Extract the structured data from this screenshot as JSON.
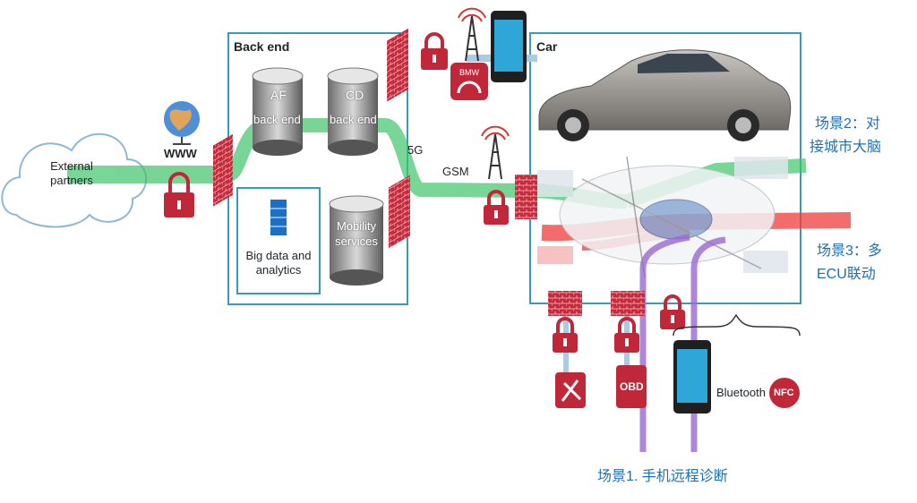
{
  "labels": {
    "external_partners": "External partners",
    "www": "WWW",
    "back_end": "Back end",
    "af": "AF",
    "cd": "CD",
    "back_end_af": "back end",
    "back_end_cd": "back end",
    "big_data": "Big data and analytics",
    "mobility": "Mobility services",
    "five_g": "5G",
    "gsm": "GSM",
    "car": "Car",
    "bmw": "BMW",
    "obd": "OBD",
    "bluetooth": "Bluetooth",
    "nfc": "NFC"
  },
  "scenarios": {
    "s1": "场景1. 手机远程诊断",
    "s2_line1": "场景2：对",
    "s2_line2": "接城市大脑",
    "s3_line1": "场景3：多",
    "s3_line2": "ECU联动"
  },
  "colors": {
    "green_flow": "#3fc46a",
    "red_flow": "#f03c3c",
    "purple_flow": "#9a6ad4",
    "firewall": "#c8283a",
    "lock": "#c0283a",
    "box_border": "#3a9bb8",
    "scenario_text": "#1f6fb5"
  }
}
